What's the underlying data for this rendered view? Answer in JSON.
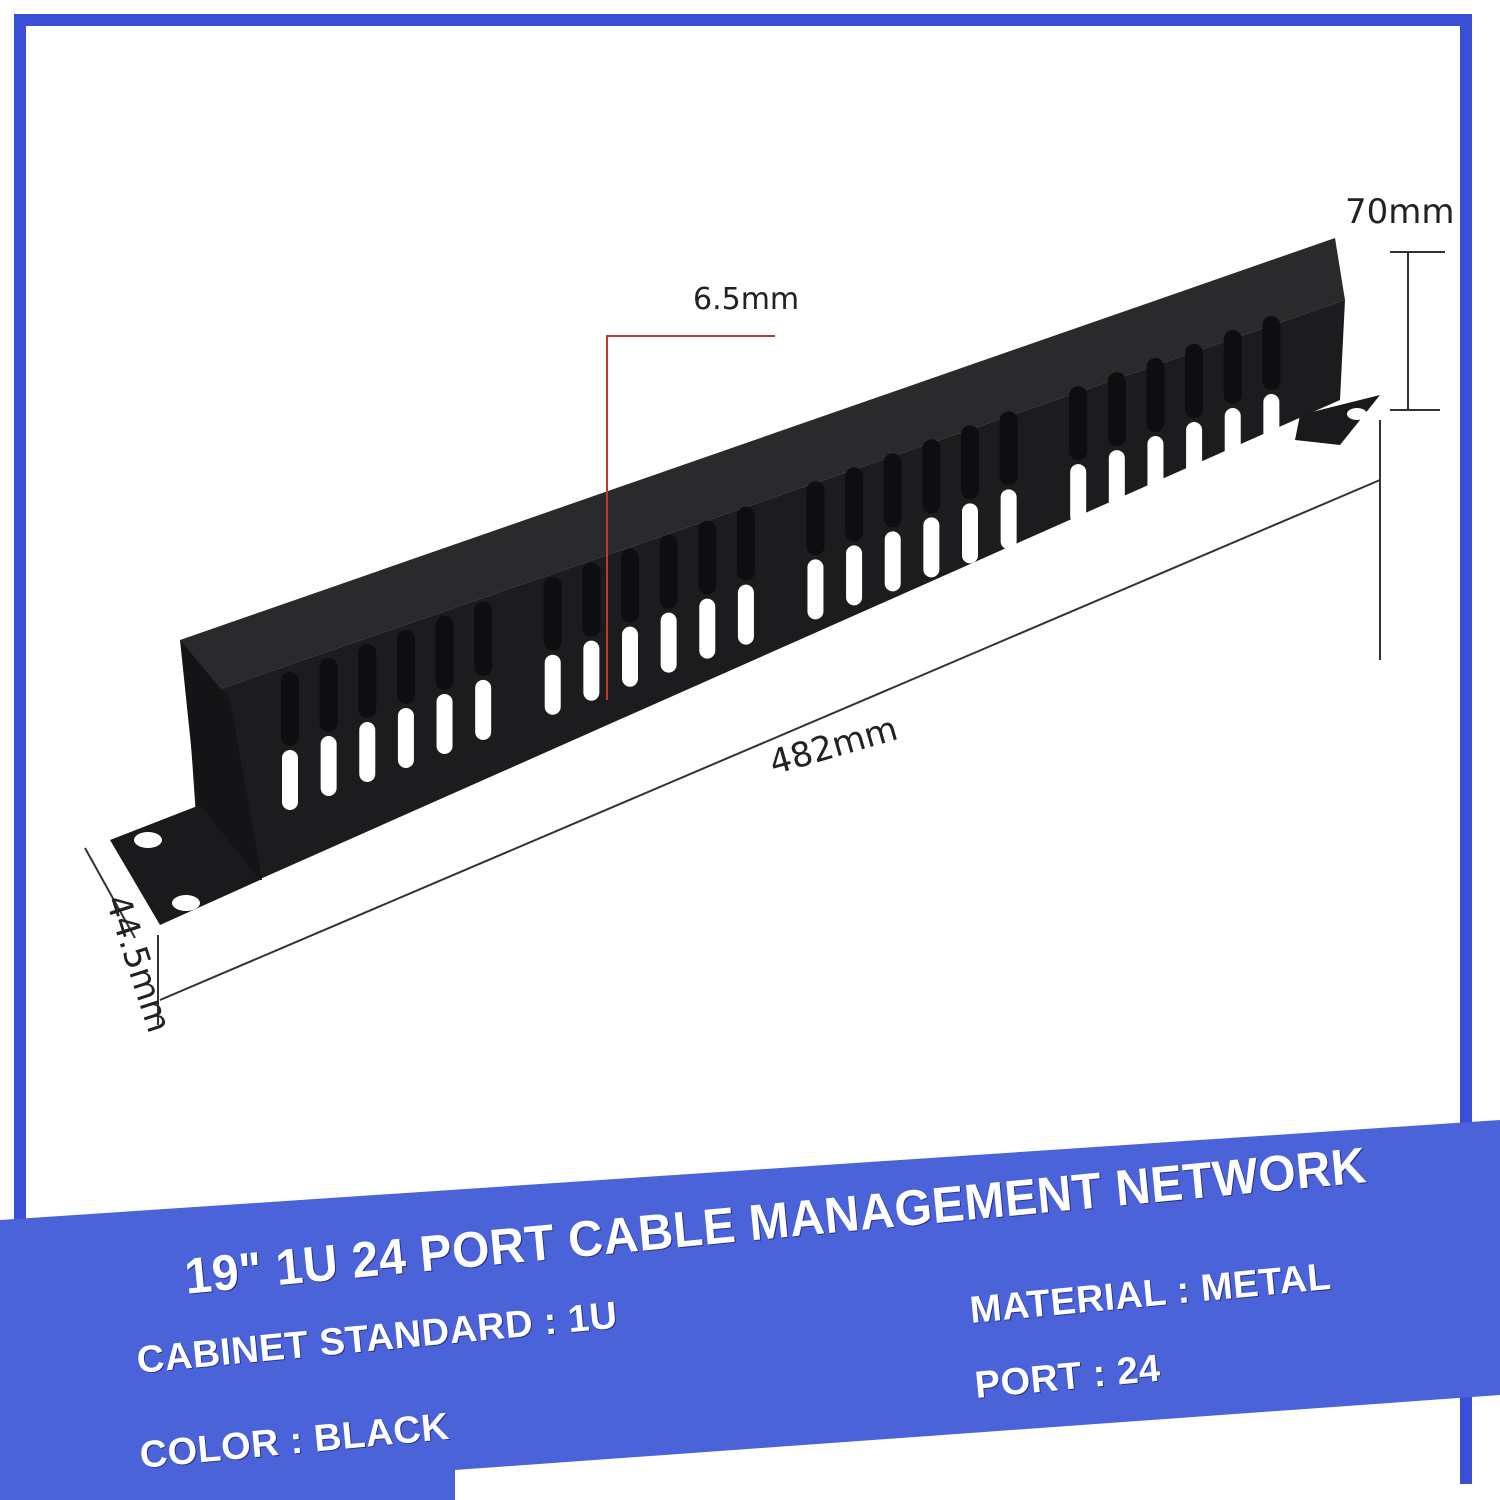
{
  "dimensions": {
    "height_rear": "70mm",
    "slot_width": "6.5mm",
    "length": "482mm",
    "height_front": "44.5mm"
  },
  "banner": {
    "title": "19\" 1U 24 PORT CABLE MANAGEMENT NETWORK",
    "specs": {
      "cabinet_standard": "CABINET STANDARD : 1U",
      "material": "MATERIAL : METAL",
      "port": "PORT : 24",
      "color": "COLOR : BLACK"
    }
  },
  "colors": {
    "banner_blue": "#4a63d8",
    "frame_blue": "#3b4fd6",
    "panel_black": "#1d1d1f",
    "guide_red": "#c0392b"
  }
}
